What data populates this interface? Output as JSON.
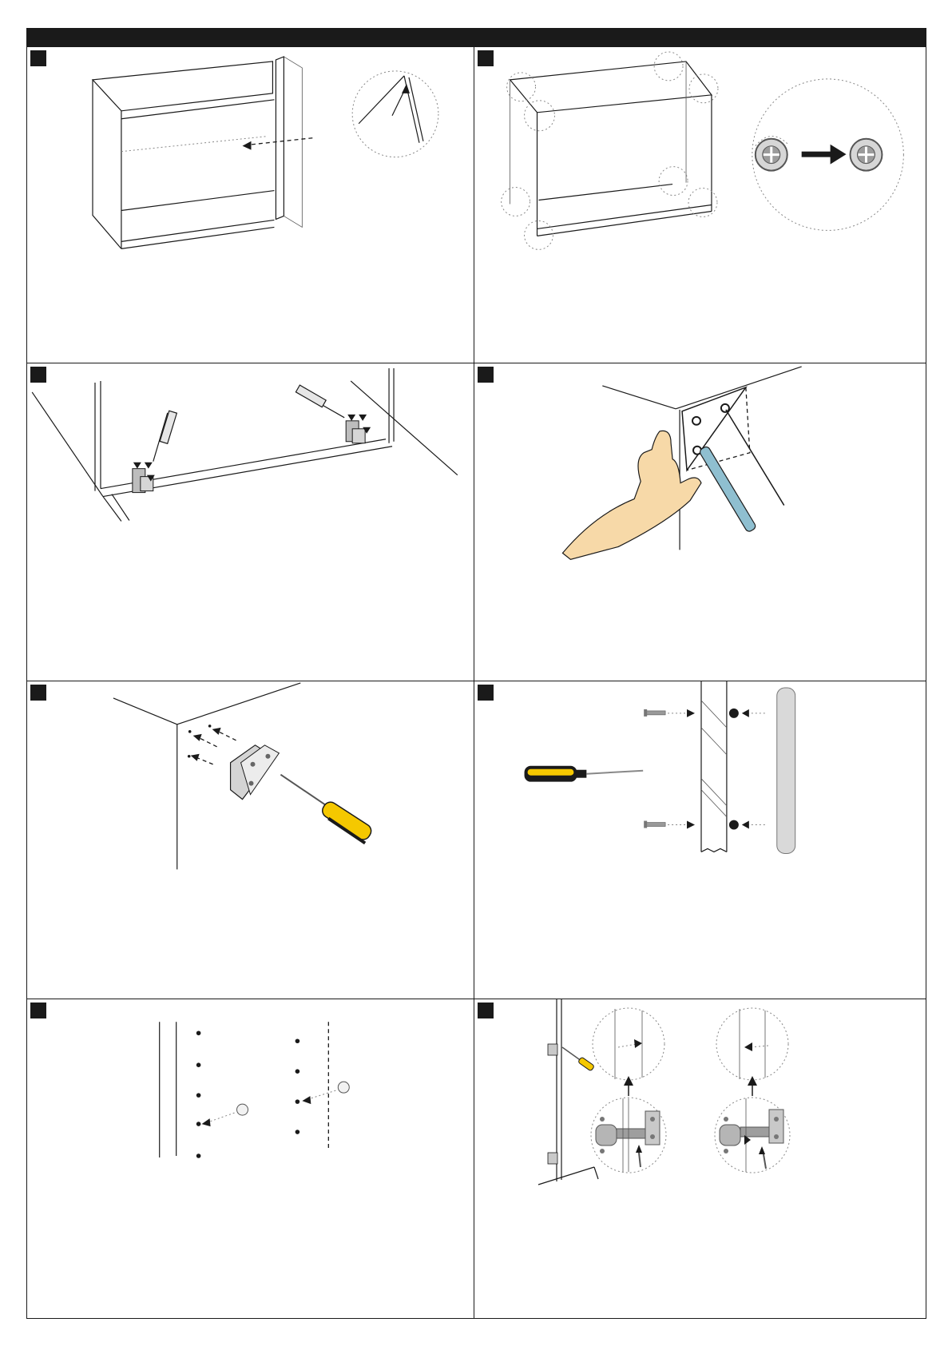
{
  "document": {
    "title": "",
    "colors": {
      "frame": "#1a1a1a",
      "background": "#ffffff",
      "skin": "#f7d9a8",
      "tool_yellow": "#f5c800",
      "tool_blue": "#8fbfd0"
    },
    "panels": [
      {
        "step": "",
        "illustration": "cabinet-back-panel-slide-in"
      },
      {
        "step": "",
        "illustration": "cam-lock-tighten"
      },
      {
        "step": "",
        "illustration": "hinge-screwdriver-install"
      },
      {
        "step": "",
        "illustration": "corner-bracket-hand-screwdriver"
      },
      {
        "step": "",
        "illustration": "wall-bracket-mount"
      },
      {
        "step": "",
        "illustration": "handle-attach-screws"
      },
      {
        "step": "",
        "illustration": "shelf-pin-insert"
      },
      {
        "step": "",
        "illustration": "hinge-adjust-detail"
      }
    ]
  }
}
